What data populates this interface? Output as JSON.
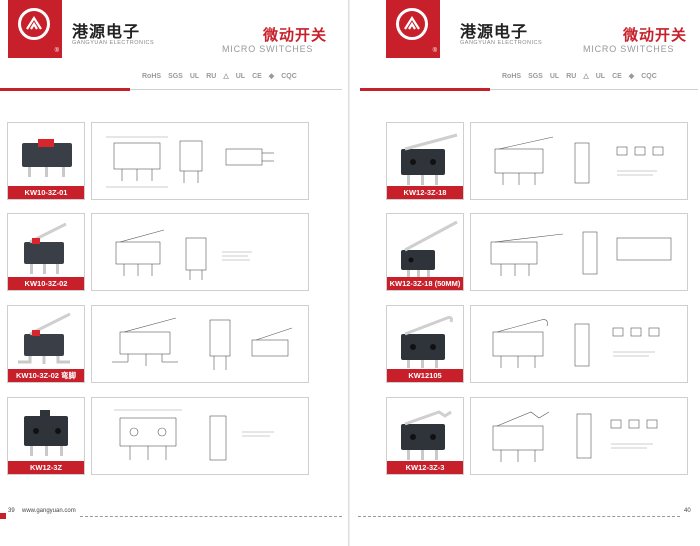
{
  "brand": {
    "name_cn": "港源电子",
    "name_en": "GANGYUAN ELECTRONICS",
    "registered_mark": "®",
    "accent_color": "#c8202b"
  },
  "section": {
    "title_cn": "微动开关",
    "title_en": "MICRO SWITCHES"
  },
  "certifications": [
    "RoHS",
    "SGS",
    "UL",
    "RU",
    "△",
    "UL",
    "CE",
    "◆",
    "CQC"
  ],
  "left_page": {
    "page_number": "39",
    "website": "www.gangyuan.com",
    "products": [
      {
        "model": "KW10-3Z-01"
      },
      {
        "model": "KW10-3Z-02"
      },
      {
        "model": "KW10-3Z-02 弯脚"
      },
      {
        "model": "KW12-3Z"
      }
    ]
  },
  "right_page": {
    "page_number": "40",
    "products": [
      {
        "model": "KW12-3Z-18"
      },
      {
        "model": "KW12-3Z-18 (50MM)"
      },
      {
        "model": "KW12105"
      },
      {
        "model": "KW12-3Z-3"
      }
    ]
  }
}
